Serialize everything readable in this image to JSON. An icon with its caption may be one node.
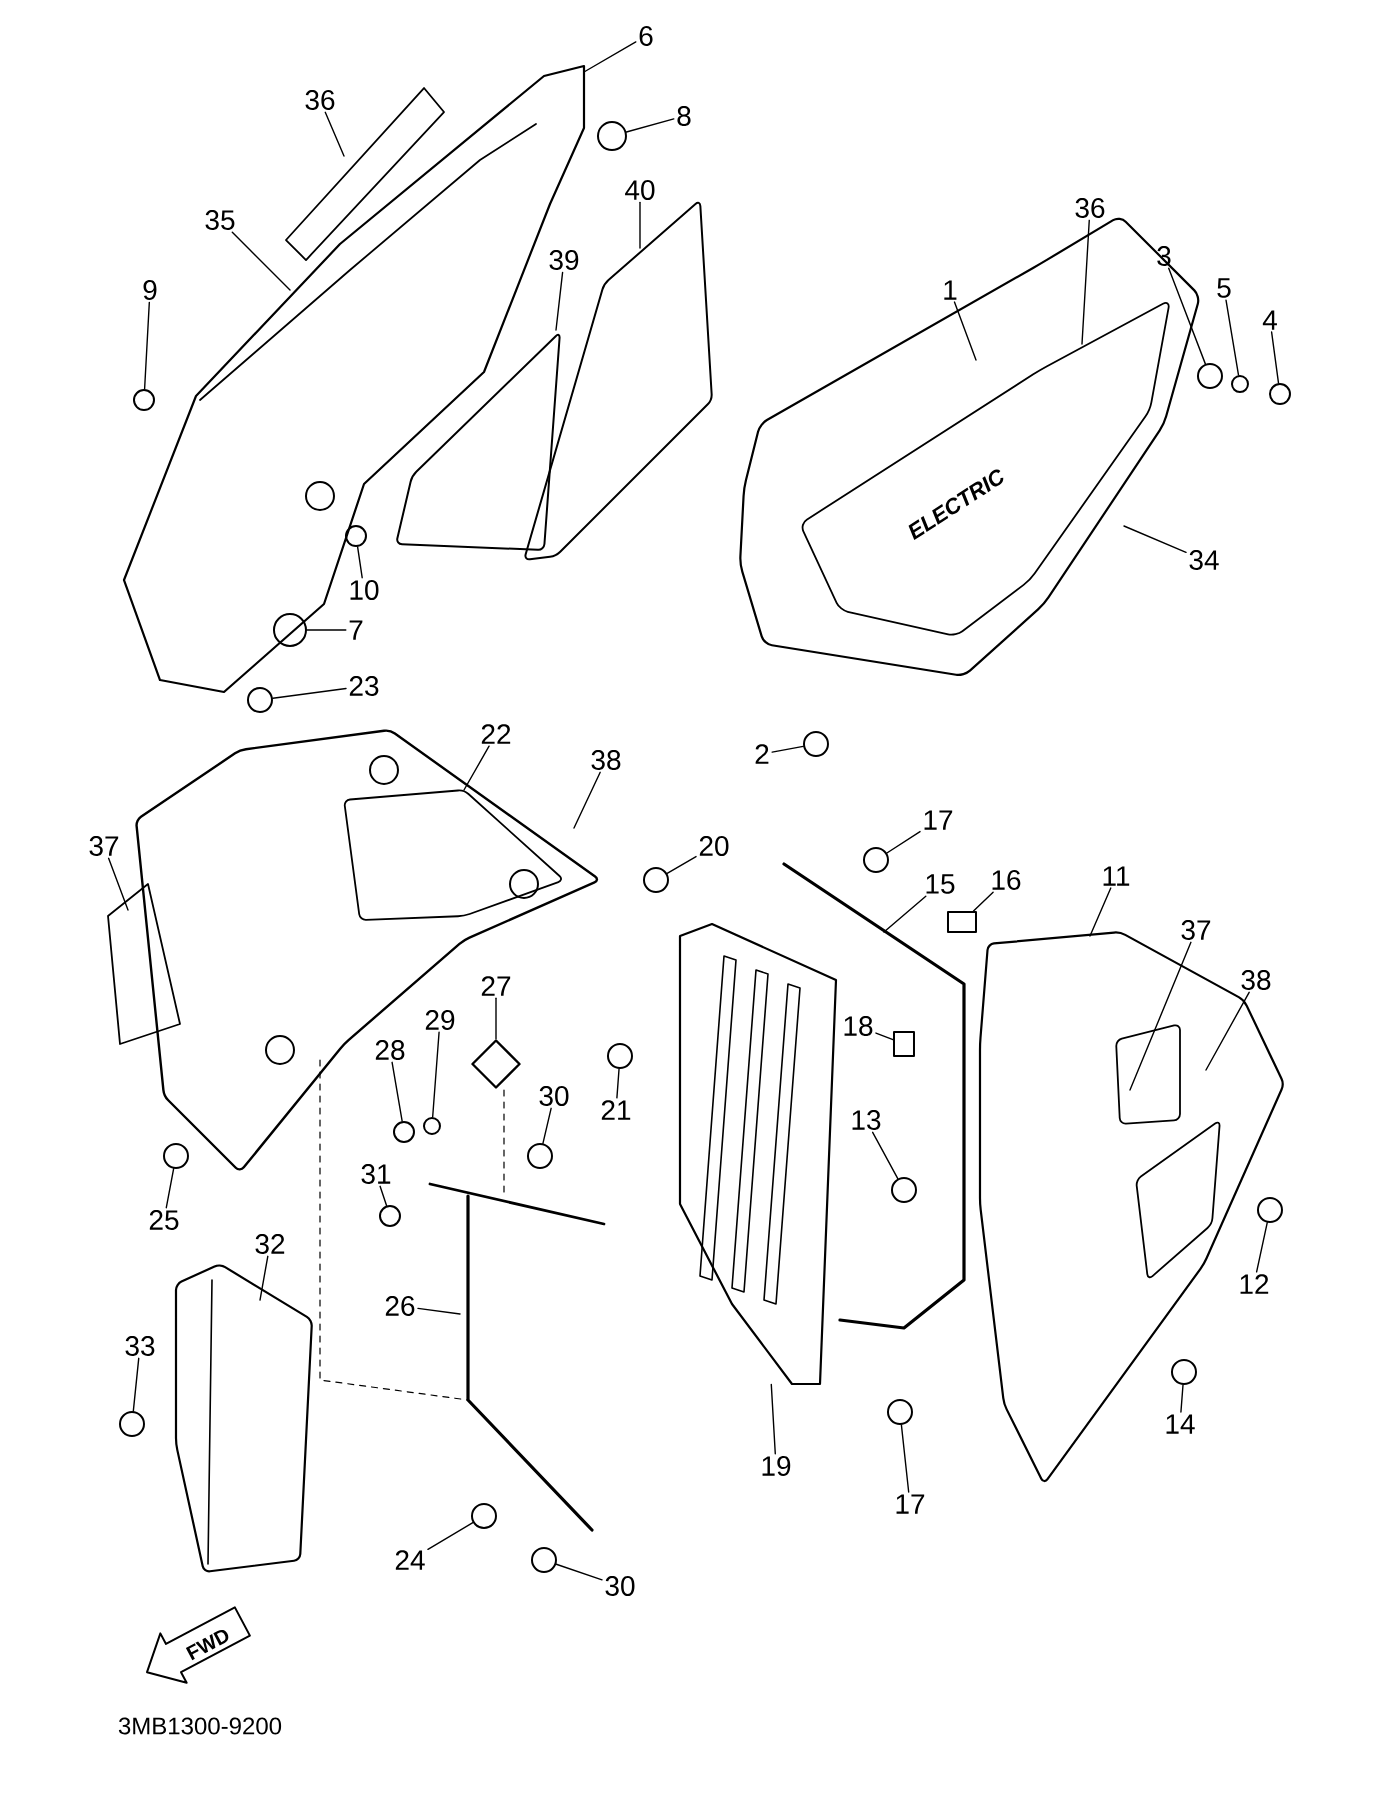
{
  "diagram": {
    "nodes": [
      {
        "text": [
          "6"
        ]
      },
      {
        "text": [
          "8"
        ]
      },
      {
        "text": [
          "36"
        ]
      },
      {
        "text": [
          "35"
        ]
      },
      {
        "text": [
          "40"
        ]
      },
      {
        "text": [
          "39"
        ]
      },
      {
        "text": [
          "9"
        ]
      },
      {
        "text": [
          "10"
        ]
      },
      {
        "text": [
          "7"
        ]
      },
      {
        "text": [
          "23"
        ]
      },
      {
        "text": [
          "22"
        ]
      },
      {
        "text": [
          "38"
        ]
      },
      {
        "text": [
          "37"
        ]
      },
      {
        "text": [
          "36"
        ]
      },
      {
        "text": [
          "1"
        ]
      },
      {
        "text": [
          "3"
        ]
      },
      {
        "text": [
          "5"
        ]
      },
      {
        "text": [
          "4"
        ]
      },
      {
        "text": [
          "34"
        ]
      },
      {
        "text": [
          "2"
        ]
      },
      {
        "text": [
          "17"
        ]
      },
      {
        "text": [
          "15"
        ]
      },
      {
        "text": [
          "16"
        ]
      },
      {
        "text": [
          "11"
        ]
      },
      {
        "text": [
          "37"
        ]
      },
      {
        "text": [
          "38"
        ]
      },
      {
        "text": [
          "20"
        ]
      },
      {
        "text": [
          "18"
        ]
      },
      {
        "text": [
          "13"
        ]
      },
      {
        "text": [
          "21"
        ]
      },
      {
        "text": [
          "12"
        ]
      },
      {
        "text": [
          "14"
        ]
      },
      {
        "text": [
          "19"
        ]
      },
      {
        "text": [
          "17"
        ]
      },
      {
        "text": [
          "27"
        ]
      },
      {
        "text": [
          "29"
        ]
      },
      {
        "text": [
          "28"
        ]
      },
      {
        "text": [
          "30"
        ]
      },
      {
        "text": [
          "31"
        ]
      },
      {
        "text": [
          "25"
        ]
      },
      {
        "text": [
          "32"
        ]
      },
      {
        "text": [
          "26"
        ]
      },
      {
        "text": [
          "33"
        ]
      },
      {
        "text": [
          "24"
        ]
      },
      {
        "text": [
          "30"
        ]
      },
      {
        "text": [],
        "shape": "circle"
      },
      {
        "text": [],
        "shape": "circle"
      },
      {
        "text": [],
        "shape": "circle"
      },
      {
        "text": [],
        "shape": "circle"
      },
      {
        "text": [],
        "shape": "circle"
      },
      {
        "text": [],
        "shape": "circle"
      },
      {
        "text": [],
        "shape": "circle"
      },
      {
        "text": [],
        "shape": "circle"
      },
      {
        "text": [],
        "shape": "circle"
      },
      {
        "text": [],
        "shape": "circle"
      },
      {
        "text": [],
        "shape": "circle"
      },
      {
        "text": [],
        "shape": "circle"
      },
      {
        "text": [],
        "shape": "circle"
      },
      {
        "text": [],
        "shape": "circle"
      },
      {
        "text": [],
        "shape": "circle"
      },
      {
        "text": [],
        "shape": "circle"
      },
      {
        "text": [],
        "shape": "circle"
      },
      {
        "text": [],
        "shape": "circle"
      },
      {
        "text": [],
        "shape": "circle"
      },
      {
        "text": [],
        "shape": "circle"
      },
      {
        "text": [],
        "shape": "circle"
      },
      {
        "text": [],
        "shape": "circle"
      },
      {
        "text": [],
        "shape": "circle"
      },
      {
        "text": [],
        "shape": "circle"
      },
      {
        "text": [],
        "shape": "box"
      },
      {
        "text": [],
        "shape": "box"
      },
      {
        "text": [],
        "shape": "diamond"
      },
      {
        "text": [],
        "shape": "picture"
      },
      {
        "text": [
          "ELECTRIC"
        ]
      }
    ],
    "edges": [
      {
        "from": 0,
        "to": null,
        "arrow": "none"
      },
      {
        "from": 1,
        "to": 45,
        "arrow": "none"
      },
      {
        "from": 2,
        "to": null,
        "arrow": "none"
      },
      {
        "from": 3,
        "to": null,
        "arrow": "none"
      },
      {
        "from": 4,
        "to": null,
        "arrow": "none"
      },
      {
        "from": 5,
        "to": null,
        "arrow": "none"
      },
      {
        "from": 6,
        "to": 46,
        "arrow": "none"
      },
      {
        "from": 7,
        "to": 47,
        "arrow": "none"
      },
      {
        "from": 8,
        "to": 48,
        "arrow": "none"
      },
      {
        "from": 9,
        "to": 49,
        "arrow": "none"
      },
      {
        "from": 10,
        "to": null,
        "arrow": "none"
      },
      {
        "from": 11,
        "to": null,
        "arrow": "none"
      },
      {
        "from": 12,
        "to": null,
        "arrow": "none"
      },
      {
        "from": 13,
        "to": 73,
        "arrow": "none"
      },
      {
        "from": 14,
        "to": 73,
        "arrow": "none"
      },
      {
        "from": 15,
        "to": 50,
        "arrow": "none"
      },
      {
        "from": 16,
        "to": 51,
        "arrow": "none"
      },
      {
        "from": 17,
        "to": 52,
        "arrow": "none"
      },
      {
        "from": 18,
        "to": 73,
        "arrow": "none"
      },
      {
        "from": 19,
        "to": 53,
        "arrow": "none"
      },
      {
        "from": 20,
        "to": 56,
        "arrow": "none"
      },
      {
        "from": 21,
        "to": null,
        "arrow": "none"
      },
      {
        "from": 22,
        "to": 70,
        "arrow": "none"
      },
      {
        "from": 23,
        "to": null,
        "arrow": "none"
      },
      {
        "from": 24,
        "to": null,
        "arrow": "none"
      },
      {
        "from": 25,
        "to": null,
        "arrow": "none"
      },
      {
        "from": 26,
        "to": 54,
        "arrow": "none"
      },
      {
        "from": 27,
        "to": 69,
        "arrow": "none"
      },
      {
        "from": 28,
        "to": 58,
        "arrow": "none"
      },
      {
        "from": 29,
        "to": 55,
        "arrow": "none"
      },
      {
        "from": 30,
        "to": 59,
        "arrow": "none"
      },
      {
        "from": 31,
        "to": 60,
        "arrow": "none"
      },
      {
        "from": 32,
        "to": 72,
        "arrow": "none"
      },
      {
        "from": 33,
        "to": 57,
        "arrow": "none"
      },
      {
        "from": 34,
        "to": 71,
        "arrow": "none"
      },
      {
        "from": 35,
        "to": 62,
        "arrow": "none"
      },
      {
        "from": 36,
        "to": 61,
        "arrow": "none"
      },
      {
        "from": 37,
        "to": 63,
        "arrow": "none"
      },
      {
        "from": 38,
        "to": 64,
        "arrow": "none"
      },
      {
        "from": 39,
        "to": 65,
        "arrow": "none"
      },
      {
        "from": 40,
        "to": null,
        "arrow": "none"
      },
      {
        "from": 41,
        "to": null,
        "arrow": "none"
      },
      {
        "from": 42,
        "to": 66,
        "arrow": "none"
      },
      {
        "from": 43,
        "to": 67,
        "arrow": "none"
      },
      {
        "from": 44,
        "to": 68,
        "arrow": "none"
      }
    ],
    "labels": [
      "FWD",
      "3MB1300-9200"
    ]
  }
}
